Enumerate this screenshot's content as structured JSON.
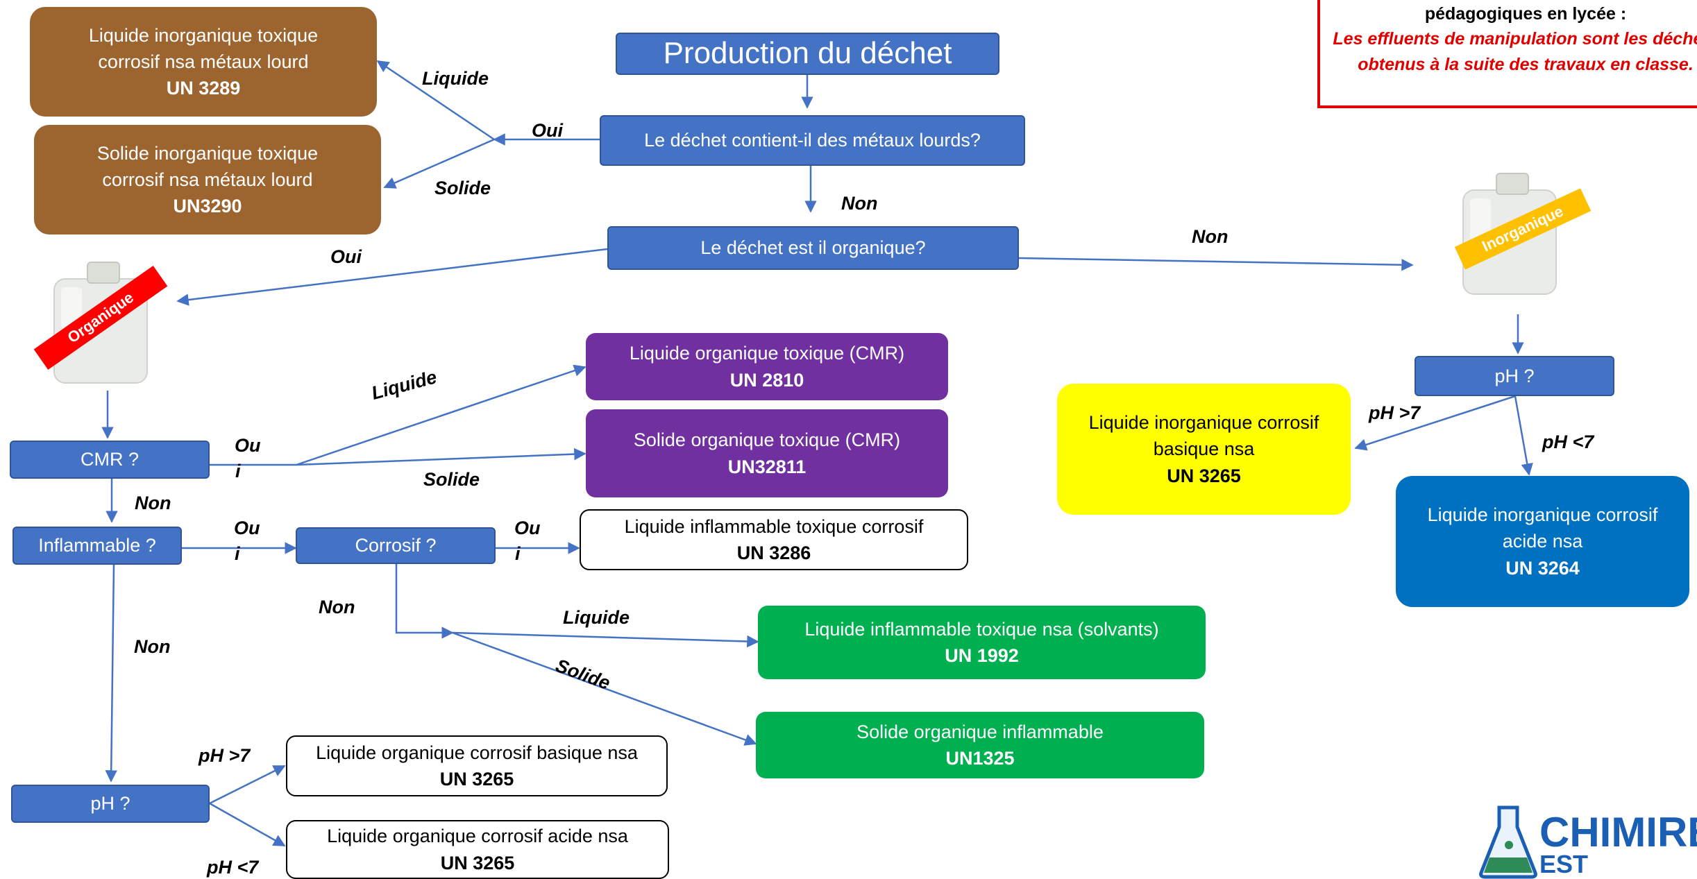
{
  "notice": {
    "header": "pédagogiques en lycée :",
    "body": "Les effluents de manipulation sont les déchets obtenus à la suite des travaux en classe."
  },
  "nodes": {
    "production": "Production du déchet",
    "metaux_q": "Le déchet contient-il des métaux lourds?",
    "organique_q": "Le déchet est il organique?",
    "cmr_q": "CMR ?",
    "inflammable_q": "Inflammable ?",
    "corrosif_q": "Corrosif ?",
    "ph_org_q": "pH ?",
    "ph_inorg_q": "pH ?"
  },
  "results": {
    "un3289": {
      "text": "Liquide inorganique toxique corrosif nsa métaux lourd",
      "code": "UN 3289"
    },
    "un3290": {
      "text": "Solide inorganique toxique corrosif nsa métaux lourd",
      "code": "UN3290"
    },
    "un2810": {
      "text": "Liquide organique toxique (CMR)",
      "code": "UN 2810"
    },
    "un32811": {
      "text": "Solide organique toxique (CMR)",
      "code": "UN32811"
    },
    "un3286": {
      "text": "Liquide inflammable toxique corrosif",
      "code": "UN 3286"
    },
    "un1992": {
      "text": "Liquide inflammable toxique nsa (solvants)",
      "code": "UN 1992"
    },
    "un1325": {
      "text": "Solide organique inflammable",
      "code": "UN1325"
    },
    "org_basique": {
      "text": "Liquide organique corrosif basique nsa",
      "code": "UN 3265"
    },
    "org_acide": {
      "text": "Liquide organique corrosif acide nsa",
      "code": "UN 3265"
    },
    "inorg_basique": {
      "text": "Liquide inorganique corrosif basique nsa",
      "code": "UN 3265"
    },
    "inorg_acide": {
      "text": "Liquide inorganique corrosif acide nsa",
      "code": "UN 3264"
    }
  },
  "labels": {
    "liquide": "Liquide",
    "solide": "Solide",
    "oui": "Oui",
    "non": "Non",
    "ou": "Ou",
    "i": "i",
    "ph_gt7": "pH >7",
    "ph_lt7": "pH <7"
  },
  "tags": {
    "organique": "Organique",
    "inorganique": "Inorganique"
  },
  "logo": {
    "name": "CHIMIRE",
    "sub": "EST"
  },
  "colors": {
    "decision": "#4472c4",
    "heavy_metal": "#9c6530",
    "cmr": "#7030a0",
    "flammable": "#00b050",
    "basic": "#ffff00",
    "acid": "#0070c0",
    "notice_border": "#e00000",
    "tag_organique": "#ff0000",
    "tag_inorganique": "#ffc000"
  }
}
